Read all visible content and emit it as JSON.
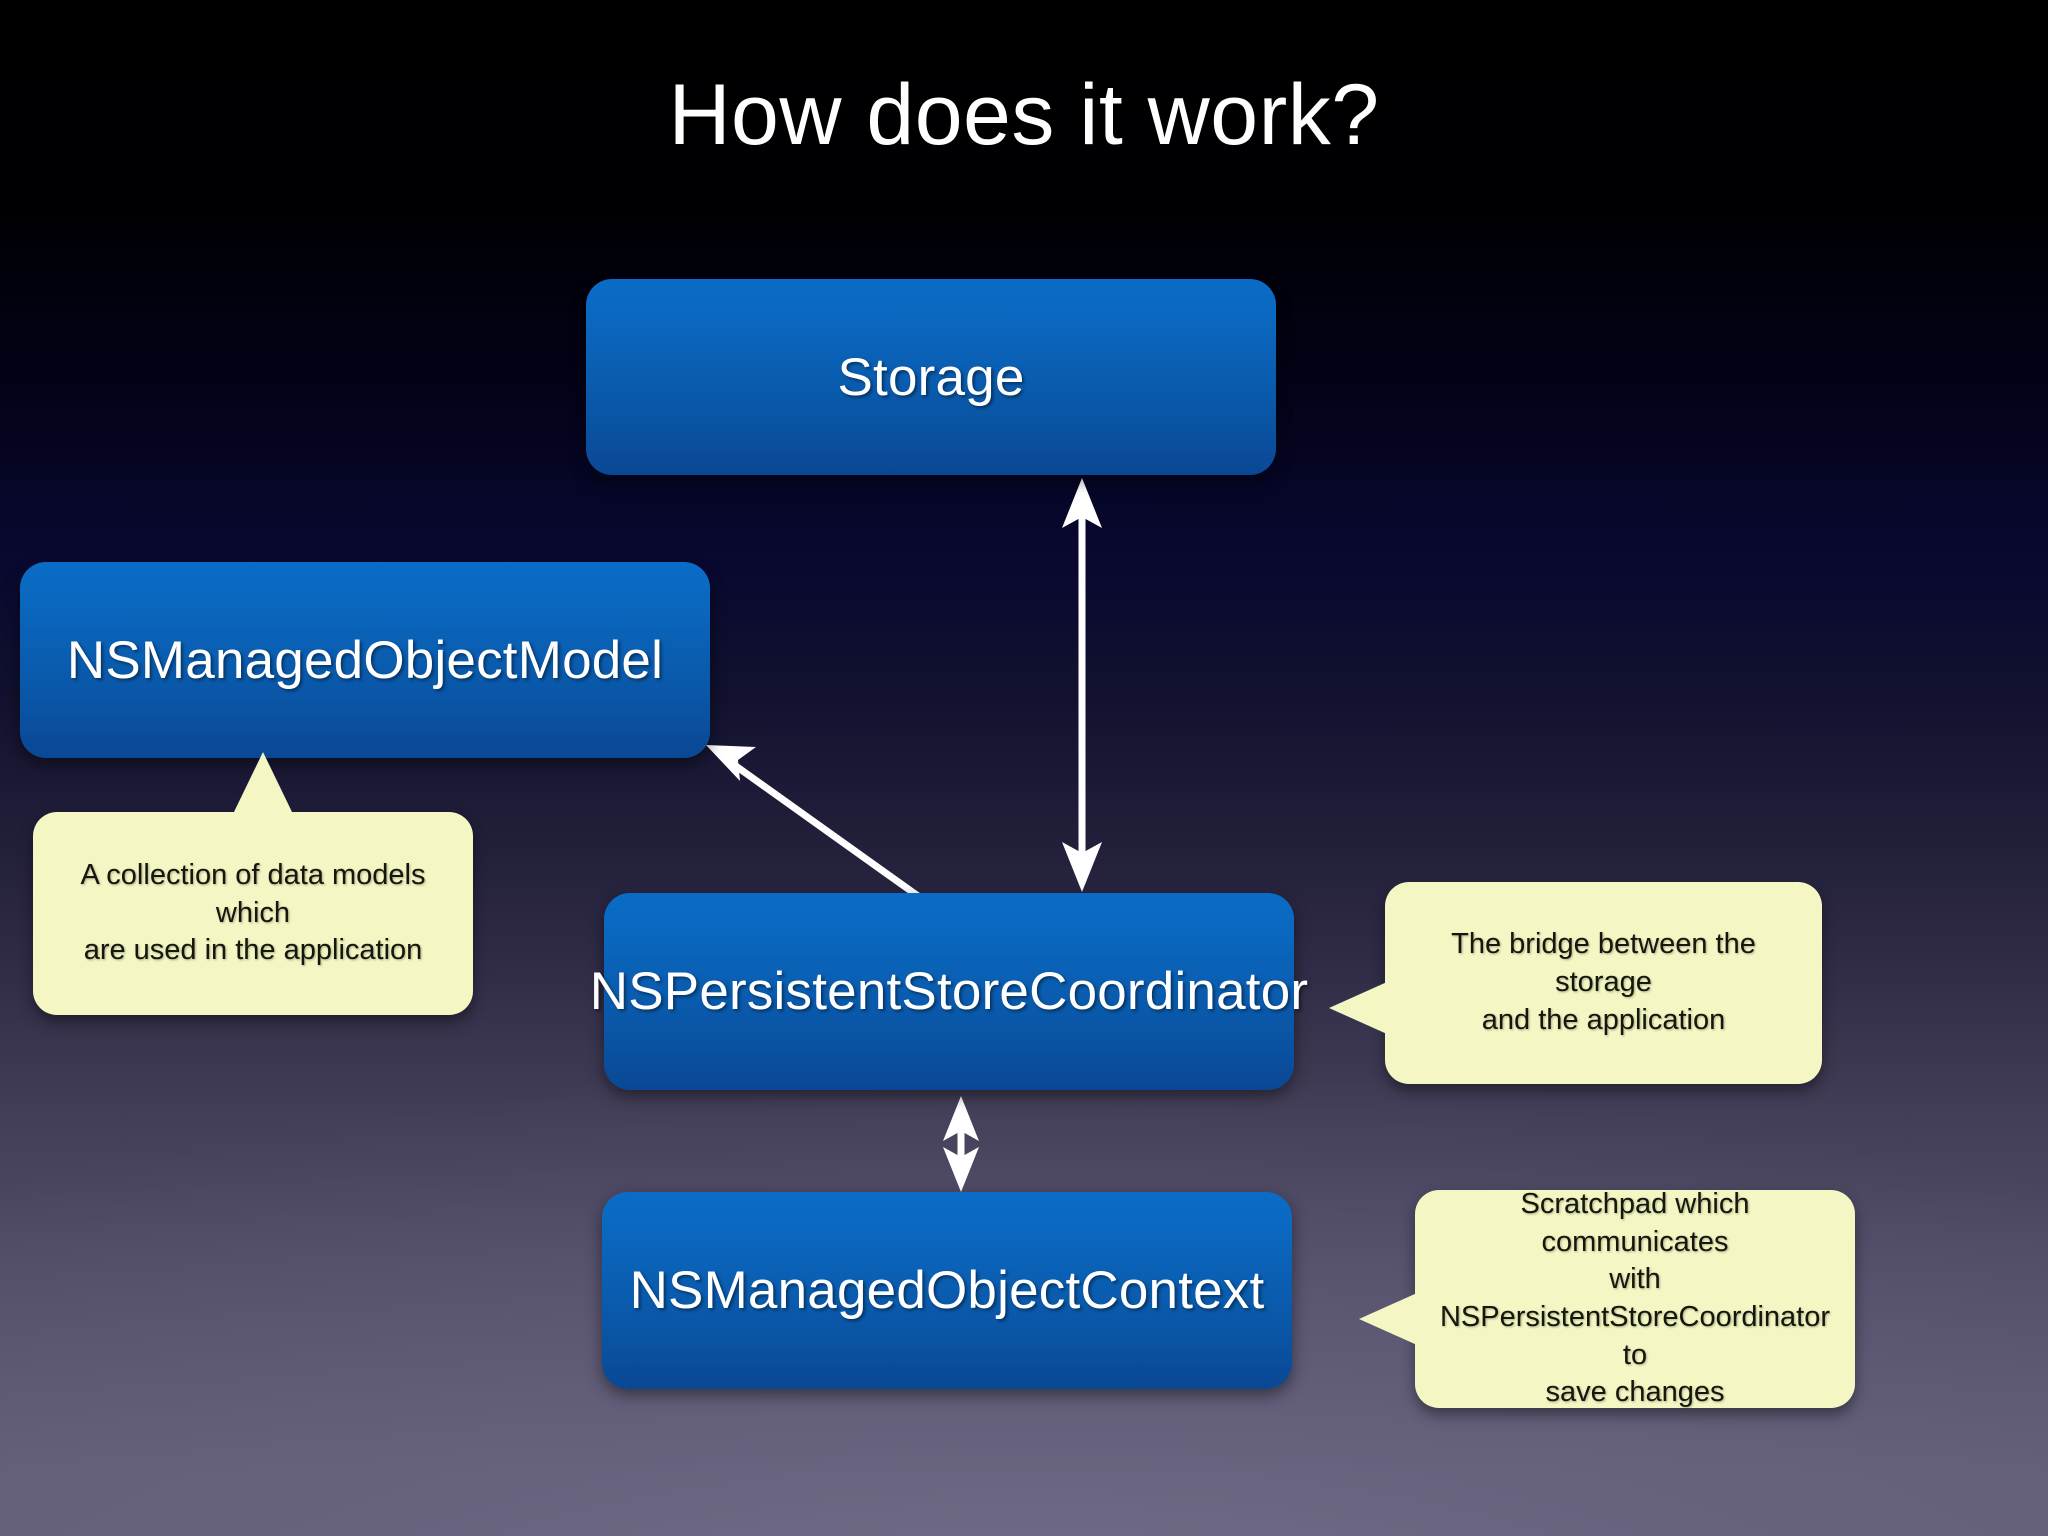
{
  "slide": {
    "title": "How does it work?",
    "background_top_color": "#000000",
    "background_bottom_color": "#605c76"
  },
  "nodes": [
    {
      "id": "storage",
      "label": "Storage",
      "fill_color": "#0a60b4",
      "text_color": "#ffffff"
    },
    {
      "id": "model",
      "label": "NSManagedObjectModel",
      "fill_color": "#0a60b4",
      "text_color": "#ffffff"
    },
    {
      "id": "coordinator",
      "label": "NSPersistentStoreCoordinator",
      "fill_color": "#0a60b4",
      "text_color": "#ffffff"
    },
    {
      "id": "context",
      "label": "NSManagedObjectContext",
      "fill_color": "#0a60b4",
      "text_color": "#ffffff"
    }
  ],
  "callouts": [
    {
      "id": "model-callout",
      "target": "model",
      "tail": "up",
      "fill_color": "#f4f7c3",
      "text_color": "#16160c",
      "lines": [
        "A collection of data models which",
        "are used in the application"
      ],
      "text": "A collection of data models which are used in the application"
    },
    {
      "id": "coordinator-callout",
      "target": "coordinator",
      "tail": "left",
      "fill_color": "#f4f7c3",
      "text_color": "#16160c",
      "lines": [
        "The bridge between the storage",
        "and the application"
      ],
      "text": "The bridge between the storage and the application"
    },
    {
      "id": "context-callout",
      "target": "context",
      "tail": "left",
      "fill_color": "#f4f7c3",
      "text_color": "#16160c",
      "lines": [
        "Scratchpad which communicates",
        "with",
        "NSPersistentStoreCoordinator to",
        "save changes"
      ],
      "text": "Scratchpad which communicates with NSPersistentStoreCoordinator to save changes"
    }
  ],
  "connectors": [
    {
      "id": "storage-coordinator",
      "from": "storage",
      "to": "coordinator",
      "heads": "double",
      "orientation": "vertical",
      "color": "#ffffff"
    },
    {
      "id": "coordinator-model",
      "from": "coordinator",
      "to": "model",
      "heads": "single",
      "orientation": "diagonal",
      "color": "#ffffff"
    },
    {
      "id": "coordinator-context",
      "from": "coordinator",
      "to": "context",
      "heads": "double",
      "orientation": "vertical",
      "color": "#ffffff"
    }
  ]
}
